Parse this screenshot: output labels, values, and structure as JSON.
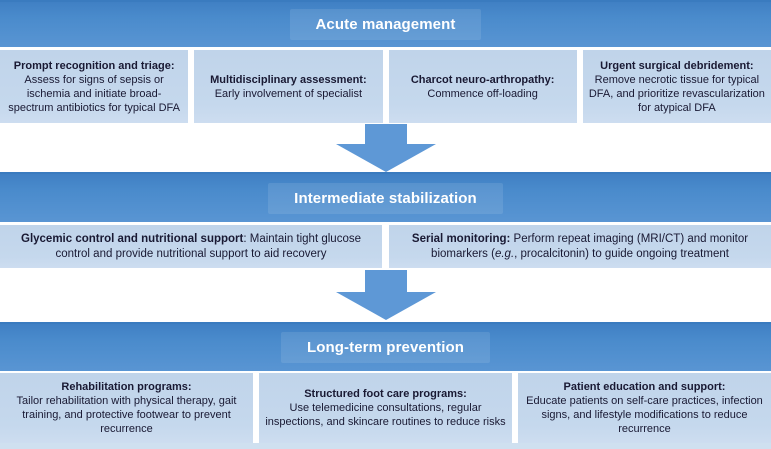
{
  "figure": {
    "colors": {
      "header_blue": "#4a8bcc",
      "header_top_edge": "#3a7bbf",
      "box_light_blue": "#c3d7ec",
      "arrow_blue": "#5e98d6",
      "text_dark": "#191933",
      "title_white": "#ffffff"
    },
    "sections": [
      {
        "title": "Acute management",
        "boxes": [
          {
            "heading": "Prompt recognition and triage:",
            "body": "Assess for signs of sepsis or ischemia and initiate broad-spectrum antibiotics for typical DFA"
          },
          {
            "heading": "Multidisciplinary assessment:",
            "body": "Early involvement of specialist"
          },
          {
            "heading": "Charcot neuro-arthropathy:",
            "body": "Commence off-loading"
          },
          {
            "heading": "Urgent surgical debridement:",
            "body": "Remove necrotic tissue for typical DFA, and prioritize revascularization for atypical DFA"
          }
        ]
      },
      {
        "title": "Intermediate stabilization",
        "boxes": [
          {
            "heading": "Glycemic control and nutritional support",
            "body": ": Maintain tight glucose control and provide nutritional support to aid recovery"
          },
          {
            "heading": "Serial monitoring:",
            "body_pre": " Perform repeat imaging (MRI/CT) and monitor biomarkers (",
            "body_italic": "e.g.",
            "body_post": ", procalcitonin) to guide ongoing treatment"
          }
        ]
      },
      {
        "title": "Long-term prevention",
        "boxes": [
          {
            "heading": "Rehabilitation programs:",
            "body": "Tailor rehabilitation with physical therapy, gait training, and protective footwear to prevent recurrence"
          },
          {
            "heading": "Structured foot care programs:",
            "body": "Use telemedicine consultations, regular inspections, and skincare routines to reduce risks"
          },
          {
            "heading": "Patient education and support:",
            "body": "Educate patients on self-care practices, infection signs, and lifestyle modifications to reduce recurrence"
          }
        ]
      }
    ]
  }
}
